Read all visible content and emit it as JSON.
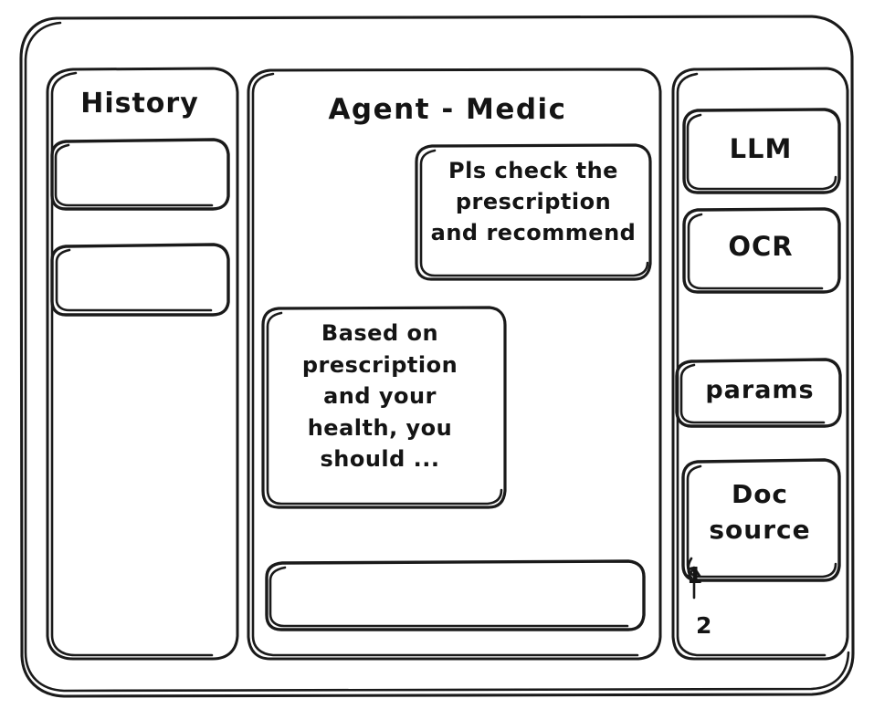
{
  "window": {
    "name": "agent-chat-wireframe"
  },
  "sidebar_left": {
    "title": "History",
    "items": [
      {
        "label": ""
      },
      {
        "label": ""
      }
    ]
  },
  "main": {
    "title": "Agent - Medic",
    "messages": [
      {
        "role": "user",
        "text": "Pls check the\nprescription\nand recommend"
      },
      {
        "role": "assistant",
        "text": "Based on\nprescription\nand your\nhealth, you\nshould ..."
      }
    ],
    "composer": {
      "value": "",
      "placeholder": ""
    }
  },
  "sidebar_right": {
    "tools": [
      {
        "label": "LLM"
      },
      {
        "label": "OCR"
      }
    ],
    "params": {
      "label": "params"
    },
    "doc_source": {
      "label": "Doc\nsource",
      "citations": [
        {
          "marker": "1"
        },
        {
          "marker": "2"
        }
      ]
    }
  },
  "style": {
    "ink": "#1a1a1a",
    "paper": "#ffffff"
  }
}
